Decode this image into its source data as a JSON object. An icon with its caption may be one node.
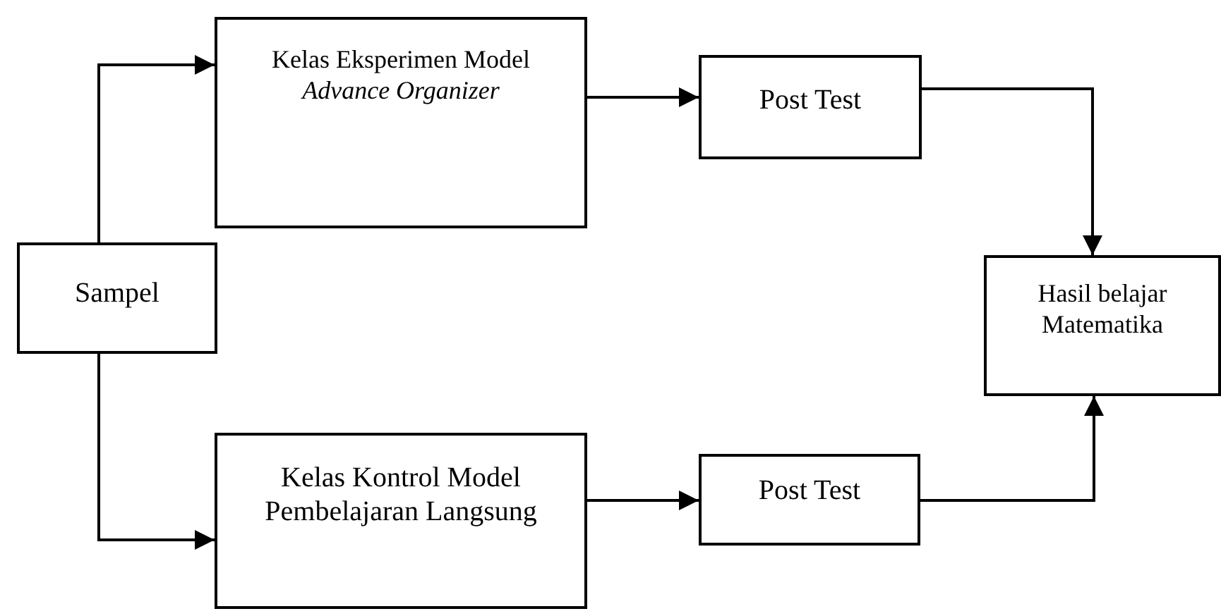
{
  "diagram": {
    "nodes": [
      {
        "text": [
          "Kelas Eksperimen Model *Advance Organizer*"
        ]
      },
      {
        "text": [
          "Sampel"
        ]
      },
      {
        "text": [
          "Post Test"
        ]
      },
      {
        "text": [
          "Hasil belajar Matematika"
        ]
      },
      {
        "text": [
          "Kelas Kontrol Model Pembelajaran Langsung"
        ]
      },
      {
        "text": [
          "Post Test"
        ]
      }
    ],
    "edges": [
      {
        "from": 1,
        "to": 0,
        "arrow": "to"
      },
      {
        "from": 1,
        "to": 4,
        "arrow": "to"
      },
      {
        "from": 0,
        "to": 2,
        "arrow": "to"
      },
      {
        "from": 4,
        "to": 5,
        "arrow": "to"
      },
      {
        "from": 2,
        "to": 3,
        "arrow": "to"
      },
      {
        "from": 5,
        "to": 3,
        "arrow": "to"
      }
    ]
  }
}
